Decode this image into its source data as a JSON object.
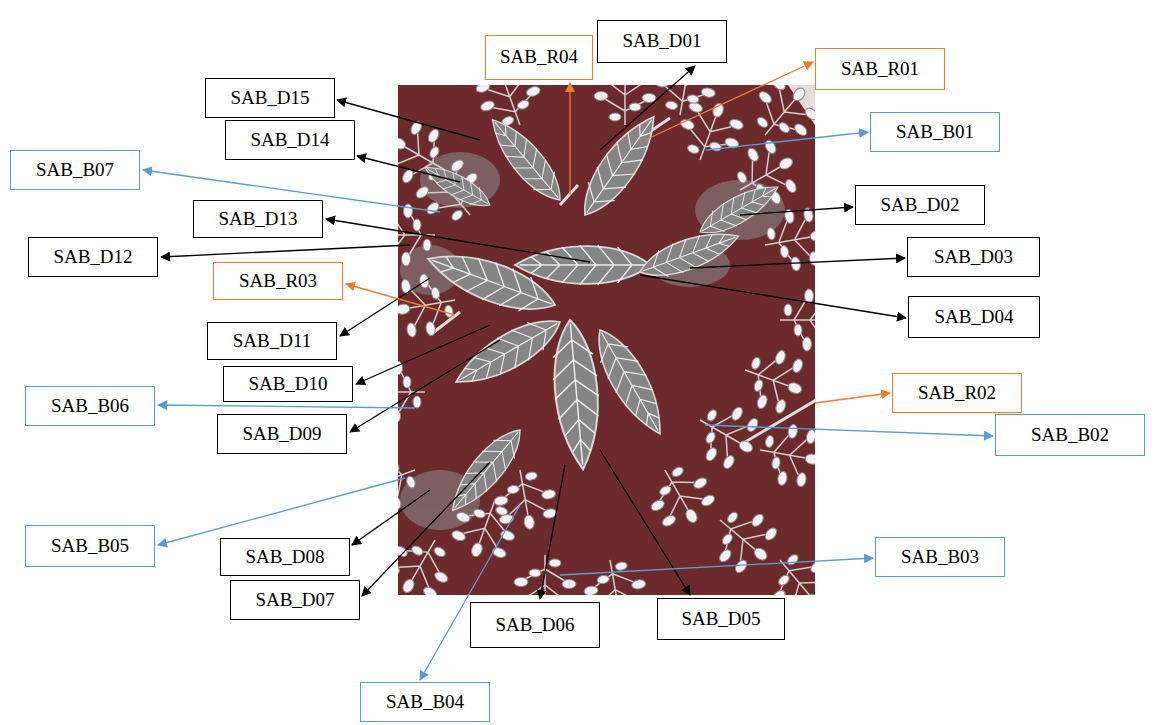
{
  "diagram": {
    "nodes": [
      {
        "text": [
          "SAB_D01"
        ]
      },
      {
        "text": [
          "SAB_R04"
        ]
      },
      {
        "text": [
          "SAB_R01"
        ]
      },
      {
        "text": [
          "SAB_D15"
        ]
      },
      {
        "text": [
          "SAB_B01"
        ]
      },
      {
        "text": [
          "SAB_D14"
        ]
      },
      {
        "text": [
          "SAB_B07"
        ]
      },
      {
        "text": [
          "SAB_D02"
        ]
      },
      {
        "text": [
          "SAB_D13"
        ]
      },
      {
        "text": [
          "SAB_D12"
        ]
      },
      {
        "text": [
          "SAB_D03"
        ]
      },
      {
        "text": [
          "SAB_R03"
        ]
      },
      {
        "text": [
          "SAB_D04"
        ]
      },
      {
        "text": [
          "SAB_D11"
        ]
      },
      {
        "text": [
          "SAB_D10"
        ]
      },
      {
        "text": [
          "SAB_R02"
        ]
      },
      {
        "text": [
          "SAB_B06"
        ]
      },
      {
        "text": [
          "SAB_D09"
        ]
      },
      {
        "text": [
          "SAB_B02"
        ]
      },
      {
        "text": [
          "SAB_B05"
        ]
      },
      {
        "text": [
          "SAB_B03"
        ]
      },
      {
        "text": [
          "SAB_D08"
        ]
      },
      {
        "text": [
          "SAB_D07"
        ]
      },
      {
        "text": [
          "SAB_D05"
        ]
      },
      {
        "text": [
          "SAB_D06"
        ]
      },
      {
        "text": [
          "SAB_B04"
        ]
      }
    ]
  }
}
